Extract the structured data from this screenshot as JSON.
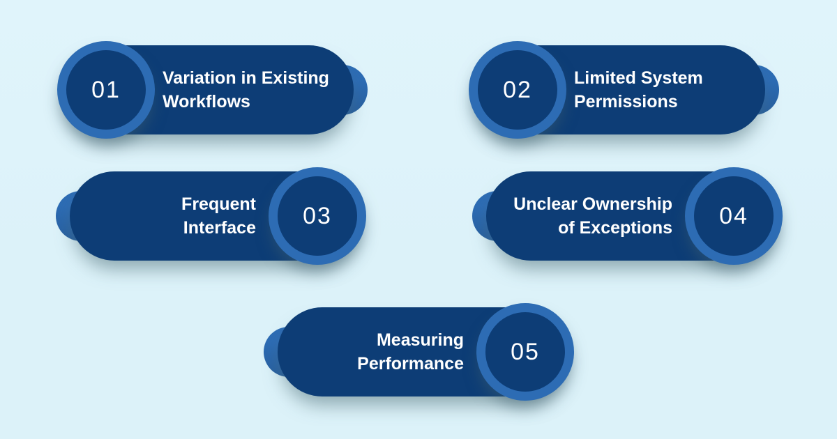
{
  "colors": {
    "background": "#dcf2f9",
    "pill": "#0d3d76",
    "accent": "#2d6cb4",
    "accent-dark": "#265e9e",
    "text": "#ffffff"
  },
  "items": [
    {
      "number": "01",
      "line1": "Variation in Existing",
      "line2": "Workflows",
      "side": "left"
    },
    {
      "number": "02",
      "line1": "Limited System",
      "line2": "Permissions",
      "side": "left"
    },
    {
      "number": "03",
      "line1": "Frequent",
      "line2": "Interface",
      "side": "right"
    },
    {
      "number": "04",
      "line1": "Unclear Ownership",
      "line2": "of Exceptions",
      "side": "right"
    },
    {
      "number": "05",
      "line1": "Measuring",
      "line2": "Performance",
      "side": "right"
    }
  ]
}
